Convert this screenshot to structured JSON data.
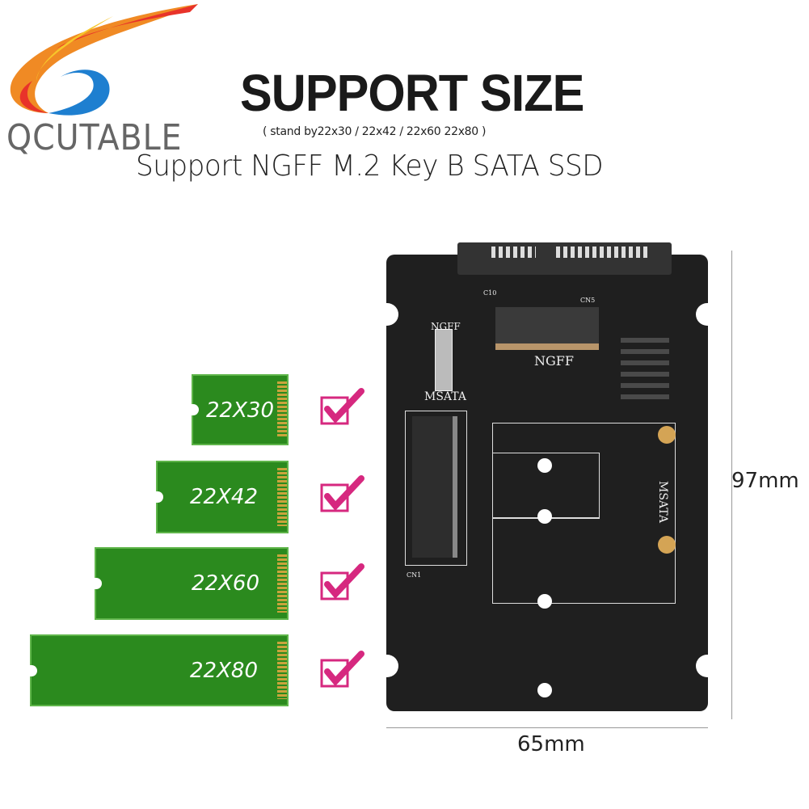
{
  "brand": {
    "name": "QCUTABLE",
    "logo_colors": [
      "#e8332a",
      "#f7a823",
      "#1e7fd0"
    ]
  },
  "header": {
    "title": "SUPPORT SIZE",
    "subtitle": "( stand by22x30 / 22x42 / 22x60 22x80 )",
    "tagline": "Support NGFF M.2 Key B SATA SSD"
  },
  "sizes": [
    {
      "label": "22X30",
      "supported": true
    },
    {
      "label": "22X42",
      "supported": true
    },
    {
      "label": "22X60",
      "supported": true
    },
    {
      "label": "22X80",
      "supported": true
    }
  ],
  "board": {
    "silkscreen": {
      "ngff_slot": "NGFF",
      "switch_top": "NGFF",
      "switch_bottom": "MSATA",
      "msata_slot": "MSATA",
      "cn5": "CN5",
      "cn1": "CN1",
      "c10": "C10"
    }
  },
  "dimensions": {
    "height": "97mm",
    "width": "65mm"
  },
  "colors": {
    "stick_green": "#2b8a1e",
    "check_magenta": "#d6287f",
    "board_black": "#1f1f1f"
  }
}
